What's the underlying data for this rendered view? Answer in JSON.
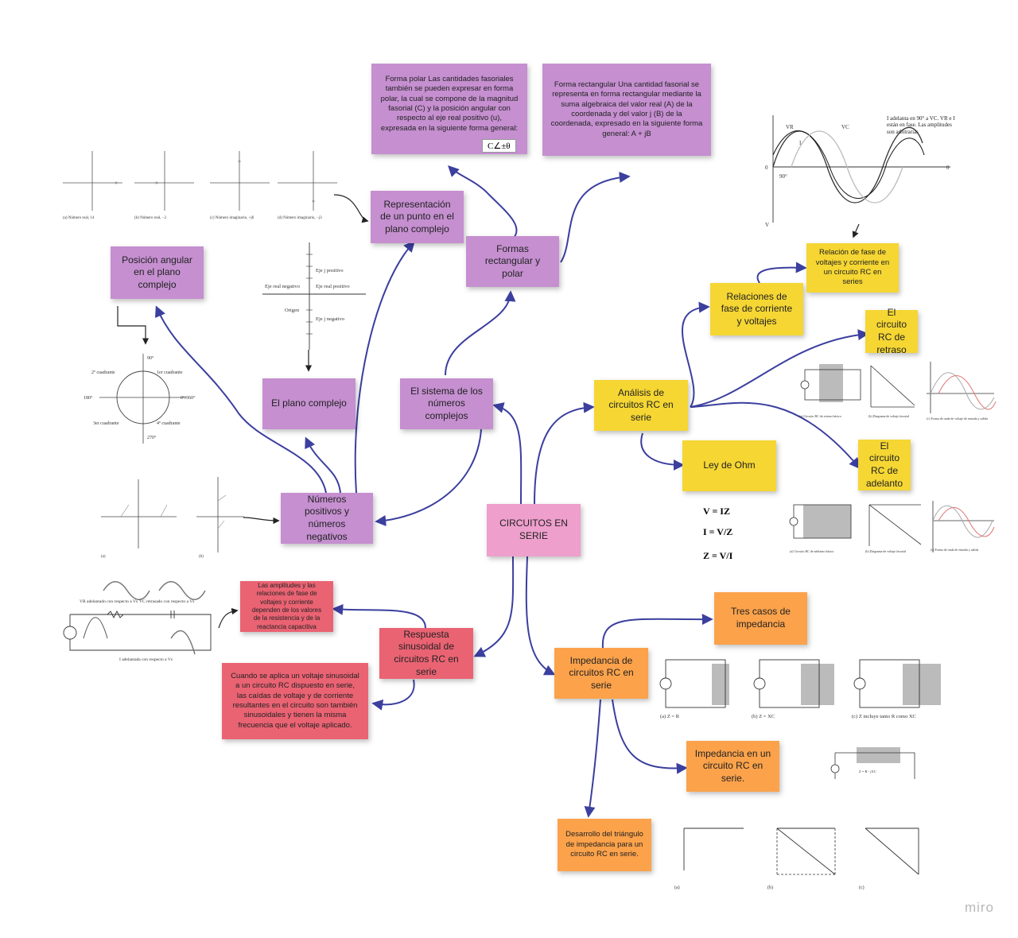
{
  "center": "CIRCUITOS EN SERIE",
  "purple": {
    "sistema": "El sistema de los números complejos",
    "numeros": "Números positivos y números negativos",
    "plano": "El plano complejo",
    "posicion": "Posición angular en el plano complejo",
    "representacion": "Representación de un punto en el plano complejo",
    "formas": "Formas rectangular y polar",
    "polar": "Forma polar Las cantidades fasoriales también se pueden expresar en forma polar, la cual se compone de la magnitud fasorial (C) y la posición angular con respecto al eje real positivo (u), expresada en la siguiente forma general:",
    "polar_formula": "C∠±θ",
    "rect": "Forma rectangular Una cantidad fasorial se representa en forma rectangular mediante la suma algebraica del valor real (A) de la coordenada y del valor j (B) de la coordenada, expresado en la siguiente forma general:  A + jB"
  },
  "yellow": {
    "analisis": "Análisis de circuitos RC en serie",
    "relaciones": "Relaciones de fase de corriente y voltajes",
    "relacion_fase": "Relación de fase de voltajes y corriente en un circuito RC en series",
    "retraso": "El circuito RC de retraso",
    "adelanto": "El circuito RC de adelanto",
    "ohm": "Ley de Ohm"
  },
  "orange": {
    "impedancia": "Impedancia de circuitos RC en serie",
    "tres": "Tres casos de impedancia",
    "impedancia_un": "Impedancia en un circuito RC en serie.",
    "triangulo": "Desarrollo del triángulo de impedancia para un circuito RC en serie."
  },
  "red": {
    "respuesta": "Respuesta sinusoidal de circuitos RC en serie",
    "amplitudes": "Las amplitudes y las relaciones de fase de voltajes y corriente dependen de los valores de la resistencia y de la reactancia capacitiva",
    "cuando": "Cuando se aplica un voltaje sinusoidal a un circuito RC dispuesto en serie, las caídas de voltaje y de corriente resultantes en el circuito son también sinusoidales y tienen la misma frecuencia que el voltaje aplicado."
  },
  "figures": {
    "wave_note": "I adelanta en 90° a VC. VR e I están en fase. Las amplitudes son arbitrarias",
    "ohm_v": "V = IZ",
    "ohm_i": "I = V/Z",
    "ohm_z": "Z = V/I",
    "axis_pos_j": "Eje j positivo",
    "axis_neg_j": "Eje j negativo",
    "axis_real_pos": "Eje real positivo",
    "axis_real_neg": "Eje real negativo",
    "origin": "Origen",
    "q1": "1er cuadrante",
    "q2": "2º cuadrante",
    "q3": "3er cuadrante",
    "q4": "4º cuadrante",
    "deg90": "90°",
    "deg180": "180°",
    "deg0": "0°/360°",
    "deg270": "270°",
    "case_a": "(a) Z = R",
    "case_b": "(b) Z = XC",
    "case_c": "(c) Z incluye tanto R como XC",
    "i_adelantada": "I adelantada con respecto a Vs",
    "vr_adelantado": "VR adelantado con respecto a Vs",
    "vc_retrasado": "VC retrasado con respecto a Vs",
    "z_eq": "Z = R - jXC"
  },
  "watermark": "miro"
}
